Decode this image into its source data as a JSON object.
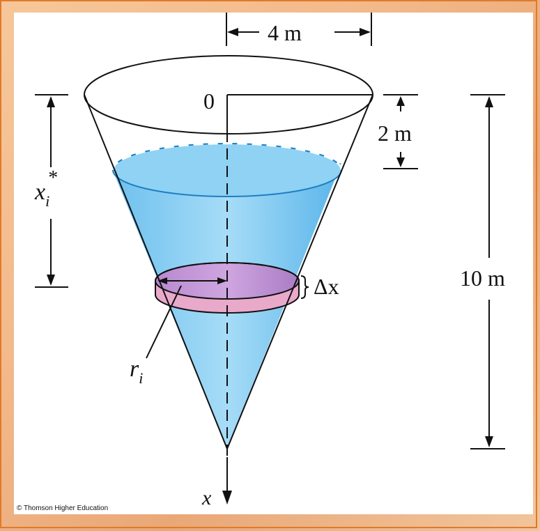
{
  "labels": {
    "top_width": "4 m",
    "origin": "0",
    "depth_top": "2 m",
    "height": "10 m",
    "x_star_base": "x",
    "x_star_sub": "i",
    "x_star_sup": "*",
    "radius_base": "r",
    "radius_sub": "i",
    "delta_x": "Δx",
    "axis": "x"
  },
  "credit": "© Thomson Higher Education",
  "colors": {
    "water": "#7cc9f0",
    "water_dark": "#4aa9e0",
    "slab": "#c79bd6",
    "slab_edge": "#e7a7c7",
    "frame": "#e07a2a"
  }
}
